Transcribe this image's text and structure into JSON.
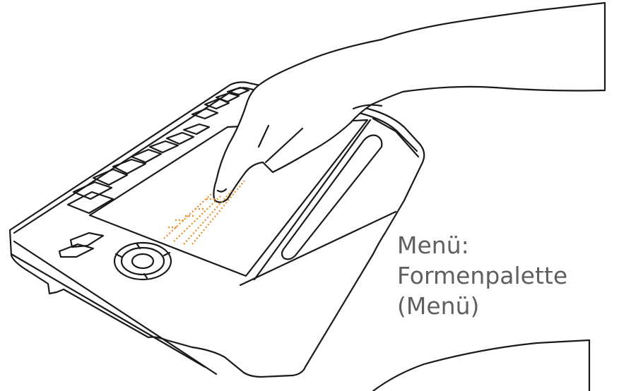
{
  "caption": {
    "line1": "Menü:",
    "line2": "Formenpalette",
    "line3": "(Menü)"
  },
  "colors": {
    "line": "#1a1a1a",
    "highlight": "#f08a24",
    "text": "#5f5f5f",
    "background": "#ffffff"
  },
  "icons": [
    "tablet-device",
    "hand",
    "finger-touch",
    "navigation-ring",
    "express-keys"
  ]
}
